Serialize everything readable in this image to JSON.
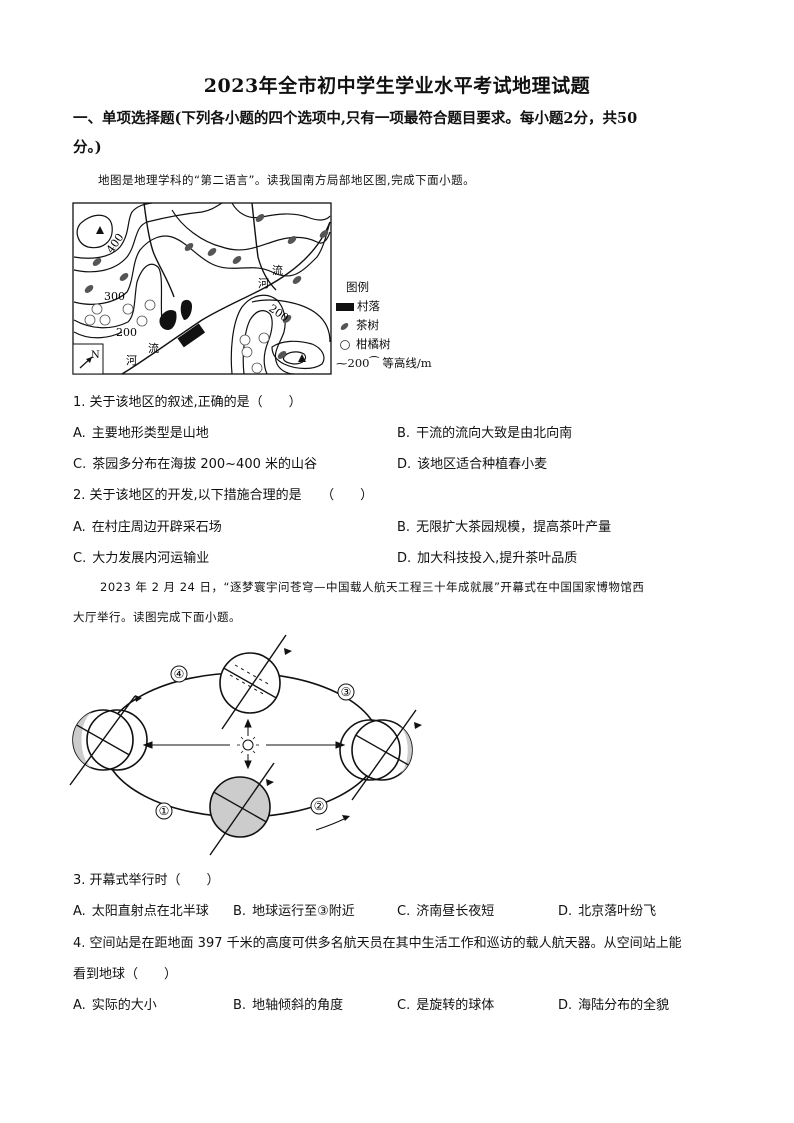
{
  "title": "2023年全市初中学生学业水平考试地理试题",
  "section": {
    "heading_line1": "一、单项选择题(下列各小题的四个选项中,只有一项最符合题目要求。每小题2分，共50",
    "heading_line2": "分。)"
  },
  "passage1": "地图是地理学科的“第二语言”。读我国南方局部地区图,完成下面小题。",
  "map1": {
    "contour_labels": [
      "400",
      "300",
      "200",
      "200"
    ],
    "river_labels": [
      "河",
      "流",
      "河",
      "流"
    ],
    "north_label": "N",
    "legend": {
      "title": "图例",
      "items": [
        {
          "icon": "village-block-icon",
          "label": "村落"
        },
        {
          "icon": "tea-leaf-icon",
          "label": "茶树"
        },
        {
          "icon": "orange-tree-icon",
          "label": "柑橘树"
        },
        {
          "icon": "contour-line-icon",
          "value": "200",
          "label": "等高线/m"
        }
      ]
    }
  },
  "questions": [
    {
      "stem": "1. 关于该地区的叙述,正确的是（　　）",
      "options": [
        {
          "key": "A.",
          "text": "主要地形类型是山地"
        },
        {
          "key": "B.",
          "text": "干流的流向大致是由北向南"
        },
        {
          "key": "C.",
          "text": "茶园多分布在海拔 200~400 米的山谷"
        },
        {
          "key": "D.",
          "text": "该地区适合种植春小麦"
        }
      ]
    },
    {
      "stem": "2. 关于该地区的开发,以下措施合理的是　　（　　）",
      "options": [
        {
          "key": "A.",
          "text": "在村庄周边开辟采石场"
        },
        {
          "key": "B.",
          "text": "无限扩大茶园规模，提高茶叶产量"
        },
        {
          "key": "C.",
          "text": "大力发展内河运输业"
        },
        {
          "key": "D.",
          "text": "加大科技投入,提升茶叶品质"
        }
      ]
    },
    {
      "stem": "3. 开幕式举行时（　　）",
      "options": [
        {
          "key": "A.",
          "text": "太阳直射点在北半球"
        },
        {
          "key": "B.",
          "text": "地球运行至③附近"
        },
        {
          "key": "C.",
          "text": "济南昼长夜短"
        },
        {
          "key": "D.",
          "text": "北京落叶纷飞"
        }
      ]
    },
    {
      "stem_line1": "4. 空间站是在距地面 397 千米的高度可供多名航天员在其中生活工作和巡访的载人航天器。从空间站上能",
      "stem_line2": "看到地球（　　）",
      "options": [
        {
          "key": "A.",
          "text": "实际的大小"
        },
        {
          "key": "B.",
          "text": "地轴倾斜的角度"
        },
        {
          "key": "C.",
          "text": "是旋转的球体"
        },
        {
          "key": "D.",
          "text": "海陆分布的全貌"
        }
      ]
    }
  ],
  "passage2_line1": "2023 年 2 月 24 日，“逐梦寰宇问苍穹—中国载人航天工程三十年成就展”开幕式在中国国家博物馆西",
  "passage2_line2": "大厅举行。读图完成下面小题。",
  "orbit_diagram": {
    "position_labels": [
      "①",
      "②",
      "③",
      "④"
    ],
    "sun_icon": "sun-icon"
  }
}
